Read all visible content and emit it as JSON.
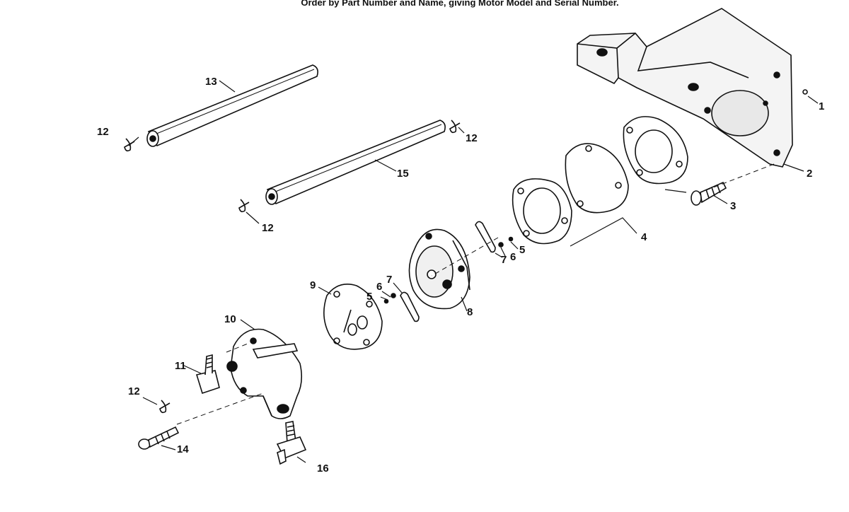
{
  "header": {
    "title": "Order by Part Number and Name, giving Motor Model and Serial Number."
  },
  "callouts": [
    "1",
    "2",
    "3",
    "4",
    "5",
    "5",
    "6",
    "6",
    "7",
    "7",
    "8",
    "9",
    "10",
    "11",
    "12",
    "12",
    "12",
    "12",
    "13",
    "14",
    "15",
    "16"
  ]
}
